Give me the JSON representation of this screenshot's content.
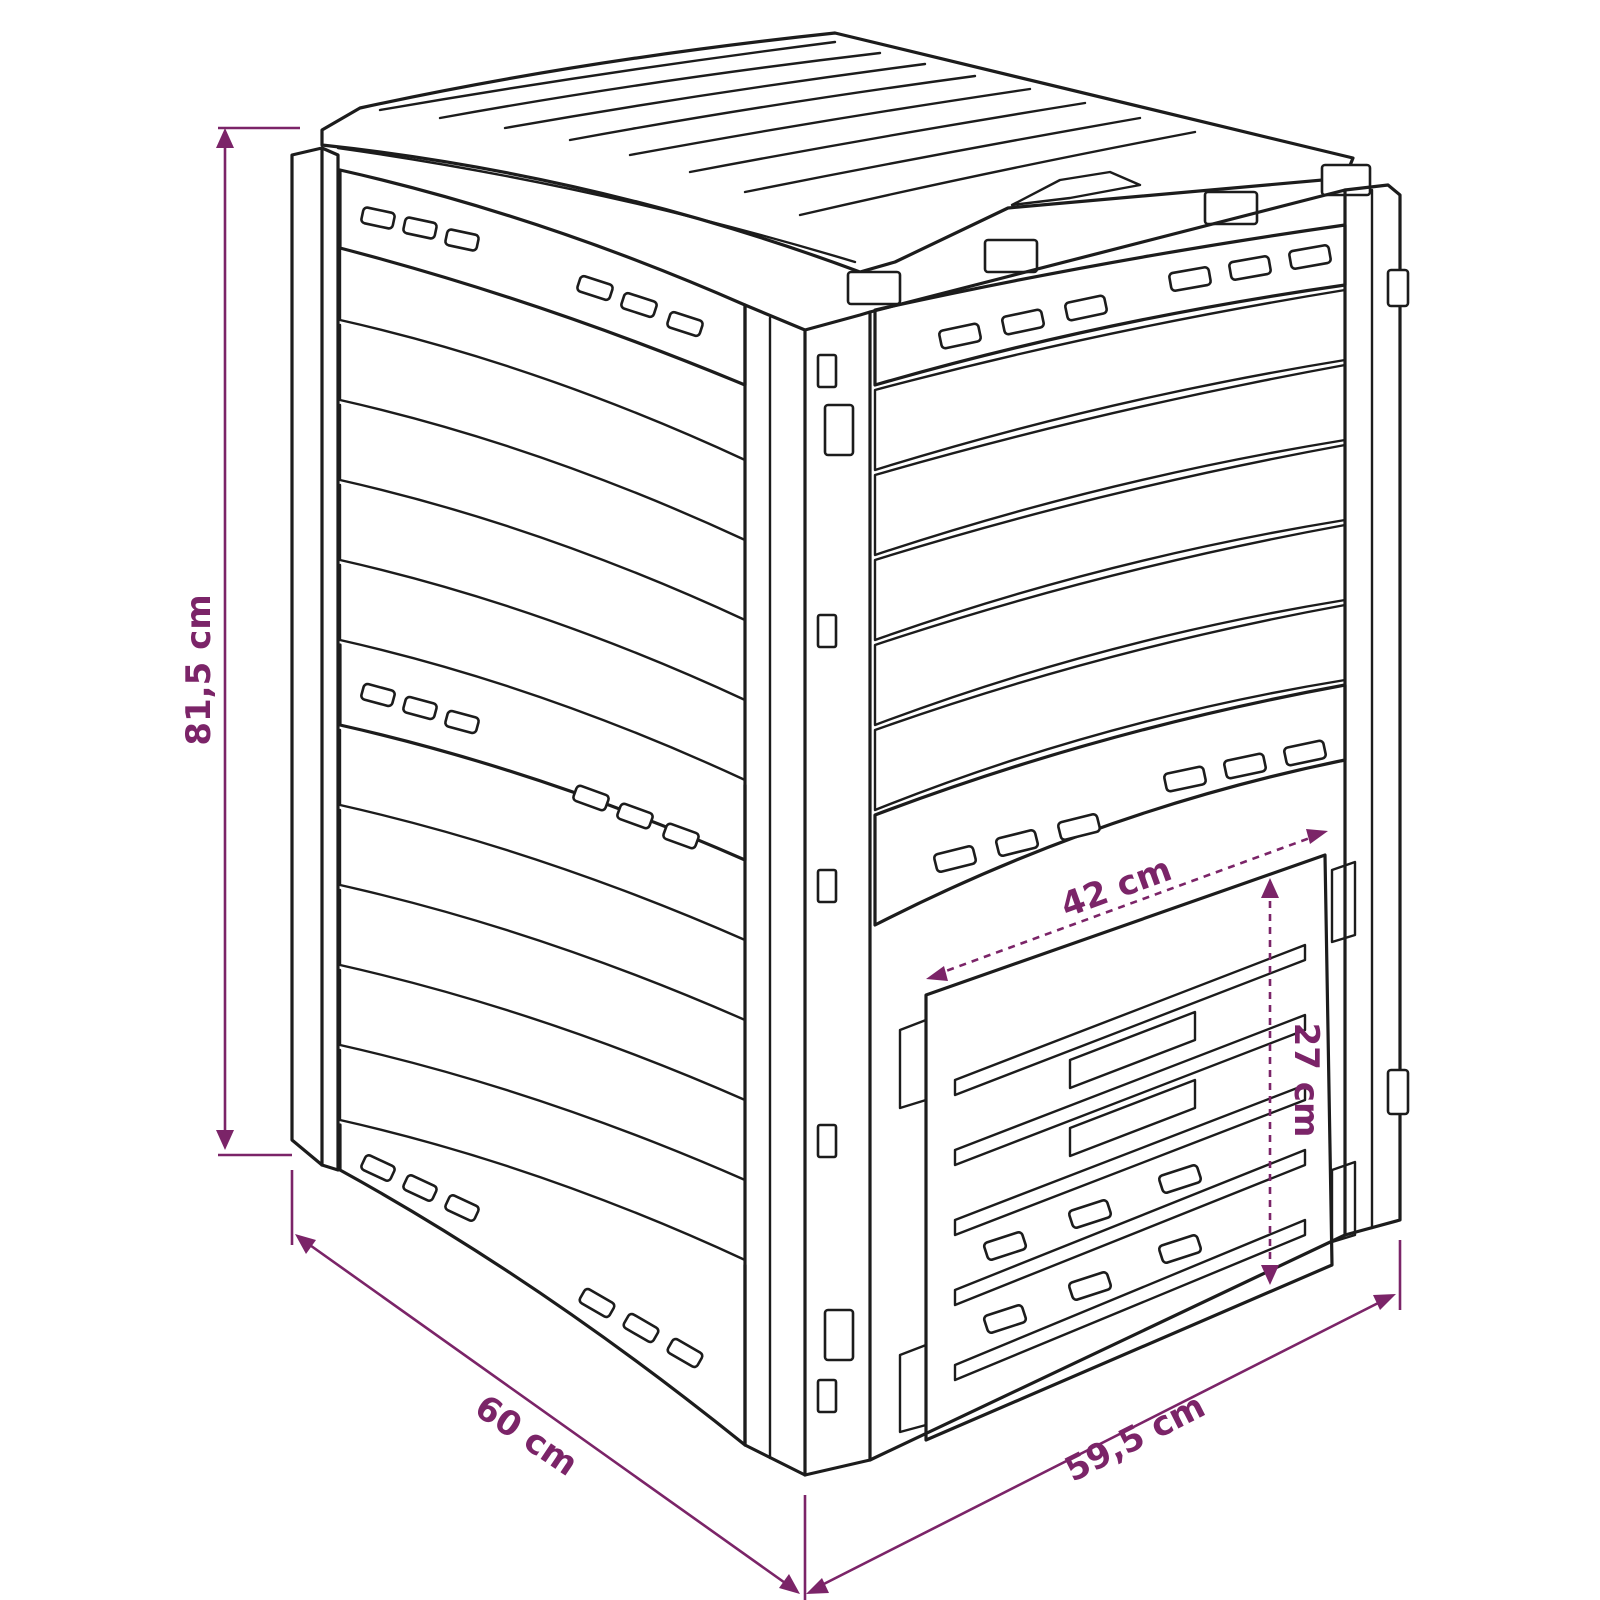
{
  "dimensions": {
    "height": "81,5 cm",
    "depth": "60 cm",
    "width": "59,5 cm",
    "door_width": "42 cm",
    "door_height": "27 cm"
  },
  "colors": {
    "dimension": "#7b2468",
    "outline": "#1c1c1c",
    "background": "#ffffff"
  }
}
